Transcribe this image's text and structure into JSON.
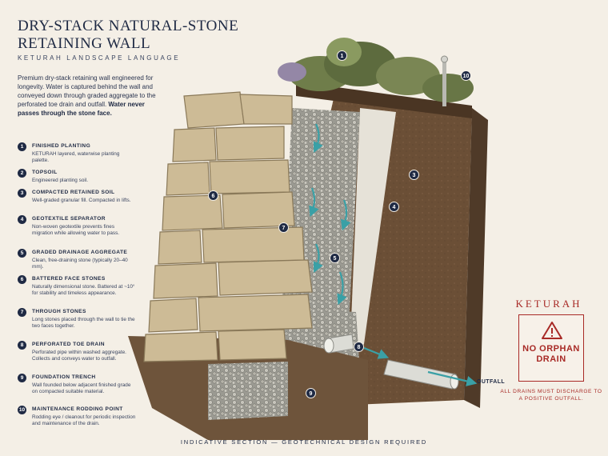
{
  "header": {
    "title": "DRY-STACK NATURAL-STONE RETAINING WALL",
    "subtitle": "KETURAH LANDSCAPE LANGUAGE",
    "intro": "Premium dry-stack retaining wall engineered for longevity. Water is captured behind the wall and conveyed down through graded aggregate to the perforated toe drain and outfall.",
    "intro_emphasis": "Water never passes through the stone face."
  },
  "legend": [
    {
      "num": "1",
      "title": "FINISHED PLANTING",
      "desc": "KETURAH layered, waterwise planting palette."
    },
    {
      "num": "2",
      "title": "TOPSOIL",
      "desc": "Engineered planting soil."
    },
    {
      "num": "3",
      "title": "COMPACTED RETAINED SOIL",
      "desc": "Well-graded granular fill. Compacted in lifts."
    },
    {
      "num": "4",
      "title": "GEOTEXTILE SEPARATOR",
      "desc": "Non-woven geotextile prevents fines migration while allowing water to pass."
    },
    {
      "num": "5",
      "title": "GRADED DRAINAGE AGGREGATE",
      "desc": "Clean, free-draining stone (typically 20–40 mm)."
    },
    {
      "num": "6",
      "title": "BATTERED FACE STONES",
      "desc": "Naturally dimensional stone. Battered at ~10° for stability and timeless appearance."
    },
    {
      "num": "7",
      "title": "THROUGH STONES",
      "desc": "Long stones placed through the wall to tie the two faces together."
    },
    {
      "num": "8",
      "title": "PERFORATED TOE DRAIN",
      "desc": "Perforated pipe within washed aggregate. Collects and conveys water to outfall."
    },
    {
      "num": "9",
      "title": "FOUNDATION TRENCH",
      "desc": "Wall founded below adjacent finished grade on compacted suitable material."
    },
    {
      "num": "10",
      "title": "MAINTENANCE RODDING POINT",
      "desc": "Rodding eye / cleanout for periodic inspection and maintenance of the drain."
    }
  ],
  "callouts": [
    "1",
    "3",
    "4",
    "5",
    "6",
    "7",
    "8",
    "9",
    "10"
  ],
  "outfall_label": "OUTFALL",
  "brand": {
    "name": "KETURAH",
    "warning": "NO ORPHAN DRAIN",
    "note": "ALL DRAINS MUST DISCHARGE TO A POSITIVE OUTFALL."
  },
  "footer": "INDICATIVE SECTION — GEOTECHNICAL DESIGN REQUIRED",
  "colors": {
    "navy": "#1f2a44",
    "warning_red": "#a82a26",
    "background": "#f4efe6",
    "water_arrow": "#3aa0a6"
  }
}
